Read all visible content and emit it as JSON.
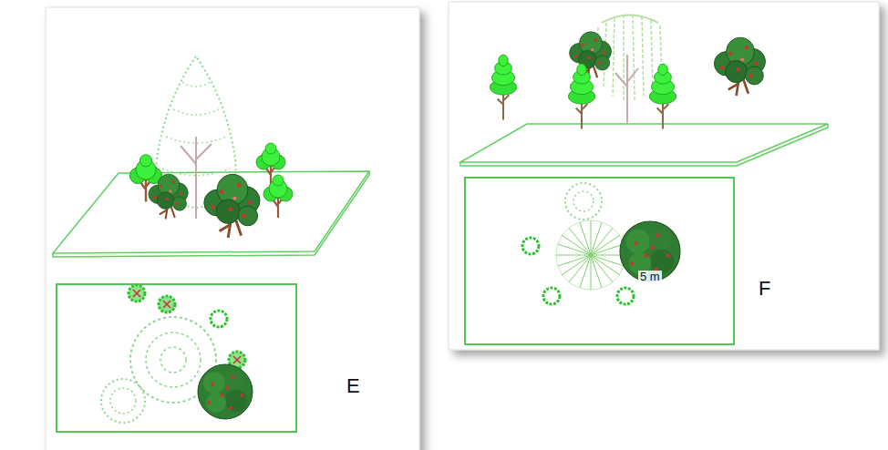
{
  "diagram": {
    "labels": [
      "E",
      "5 m",
      "F"
    ]
  }
}
